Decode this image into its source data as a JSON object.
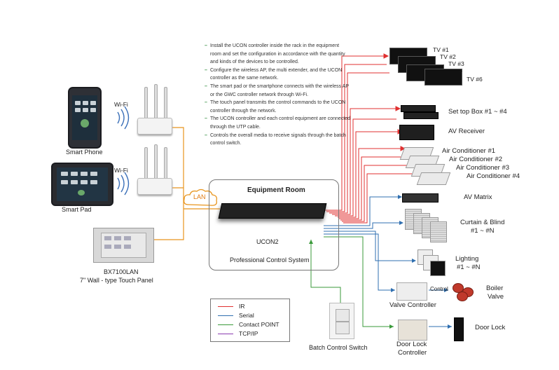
{
  "notes": [
    "Install the UCON controller inside the rack in the equipment room and set the configuration in accordance with the quantity and kinds of the devices to be controlled.",
    "Configure the wireless AP, the multi extender, and the UCON controller as the same network.",
    "The smart pad or the smartphone connects with the wireless AP or the GWC controller network through Wi-Fi.",
    "The touch panel transmits the control commands to the UCON controller through the network.",
    "The UCON controller and each control equipment are connected through the UTP cable.",
    "Controls the overall media to receive signals through the batch control switch."
  ],
  "left": {
    "wifi1": "Wi-Fi",
    "wifi2": "Wi-Fi",
    "smart_phone": "Smart Phone",
    "smart_pad": "Smart Pad",
    "panel_model": "BX7100LAN",
    "panel_desc": "7\" Wall - type Touch Panel",
    "lan": "LAN"
  },
  "room": {
    "title": "Equipment Room",
    "ucon": "UCON2",
    "system": "Professional Control System"
  },
  "batch_switch": "Batch Control Switch",
  "right": {
    "tv1": "TV #1",
    "tv2": "TV #2",
    "tv3": "TV #3",
    "tv_dots": "..",
    "tv6": "TV #6",
    "settop": "Set top Box #1 ~ #4",
    "av_receiver": "AV Receiver",
    "ac1": "Air Conditioner #1",
    "ac2": "Air Conditioner #2",
    "ac3": "Air Conditioner #3",
    "ac4": "Air Conditioner #4",
    "av_matrix": "AV Matrix",
    "curtain": "Curtain & Blind",
    "curtain_range": "#1 ~ #N",
    "lighting": "Lighting",
    "lighting_range": "#1 ~ #N",
    "valve_controller": "Valve Controller",
    "control": "Control",
    "boiler": "Boiler",
    "valve": "Valve",
    "doorlock_controller_1": "Door Lock",
    "doorlock_controller_2": "Controller",
    "door_lock": "Door Lock"
  },
  "legend": [
    {
      "label": "IR",
      "color": "#e03030"
    },
    {
      "label": "Serial",
      "color": "#2f6fb0"
    },
    {
      "label": "Contact POINT",
      "color": "#3a9a3a"
    },
    {
      "label": "TCP/IP",
      "color": "#8a3ab0"
    }
  ],
  "colors": {
    "ir": "#e03030",
    "serial": "#2f6fb0",
    "contact": "#3a9a3a",
    "tcp": "#e8951e",
    "note_dash": "#2c8a3a"
  }
}
